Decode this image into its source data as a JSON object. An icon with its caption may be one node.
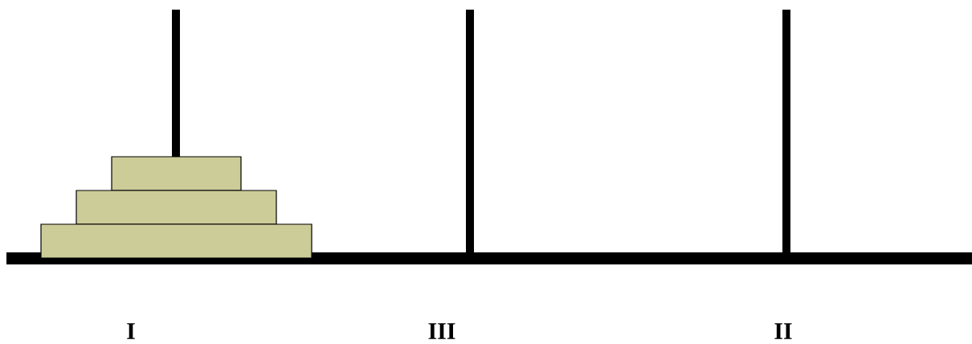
{
  "diagram": {
    "labels": [
      "I",
      "III",
      "II"
    ]
  }
}
